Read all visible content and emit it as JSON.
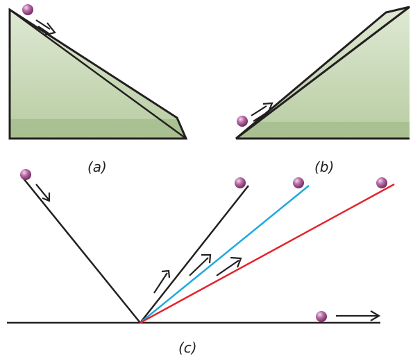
{
  "captions": {
    "a": "(a)",
    "b": "(b)",
    "c": "(c)"
  },
  "colors": {
    "outline": "#231f20",
    "incline_fill_top": "#dfe9d4",
    "incline_fill_bottom": "#b7cca1",
    "incline_base_band": "#9fb987",
    "ball": "#8e3f7a",
    "ball_highlight": "#f3d7ec",
    "blue_incline": "#1fa8e0",
    "red_incline": "#e4242c"
  },
  "icons": {
    "ball": "sphere",
    "direction_arrow": "open-arrow"
  }
}
